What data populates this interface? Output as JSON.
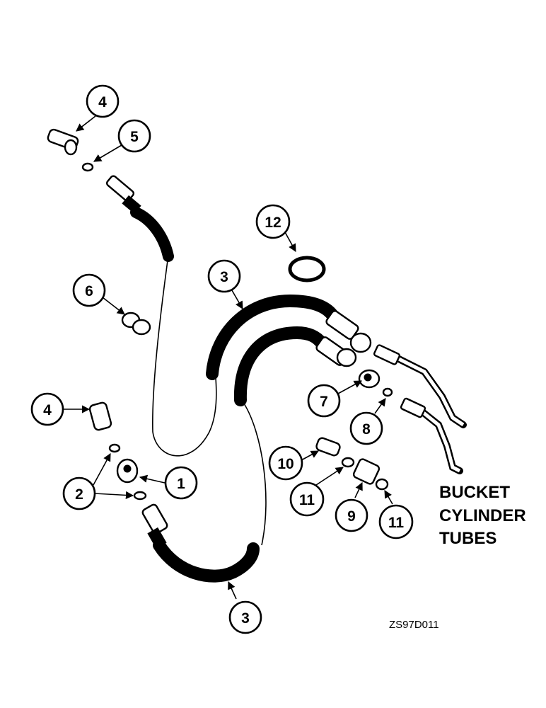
{
  "callouts": {
    "c1": "1",
    "c2": "2",
    "c3a": "3",
    "c3b": "3",
    "c4a": "4",
    "c4b": "4",
    "c5": "5",
    "c6": "6",
    "c7": "7",
    "c8": "8",
    "c9": "9",
    "c10": "10",
    "c11a": "11",
    "c11b": "11",
    "c12": "12"
  },
  "label": {
    "line1": "BUCKET",
    "line2": "CYLINDER",
    "line3": "TUBES"
  },
  "drawing_code": "ZS97D011",
  "colors": {
    "ink": "#000000",
    "paper": "#ffffff"
  }
}
